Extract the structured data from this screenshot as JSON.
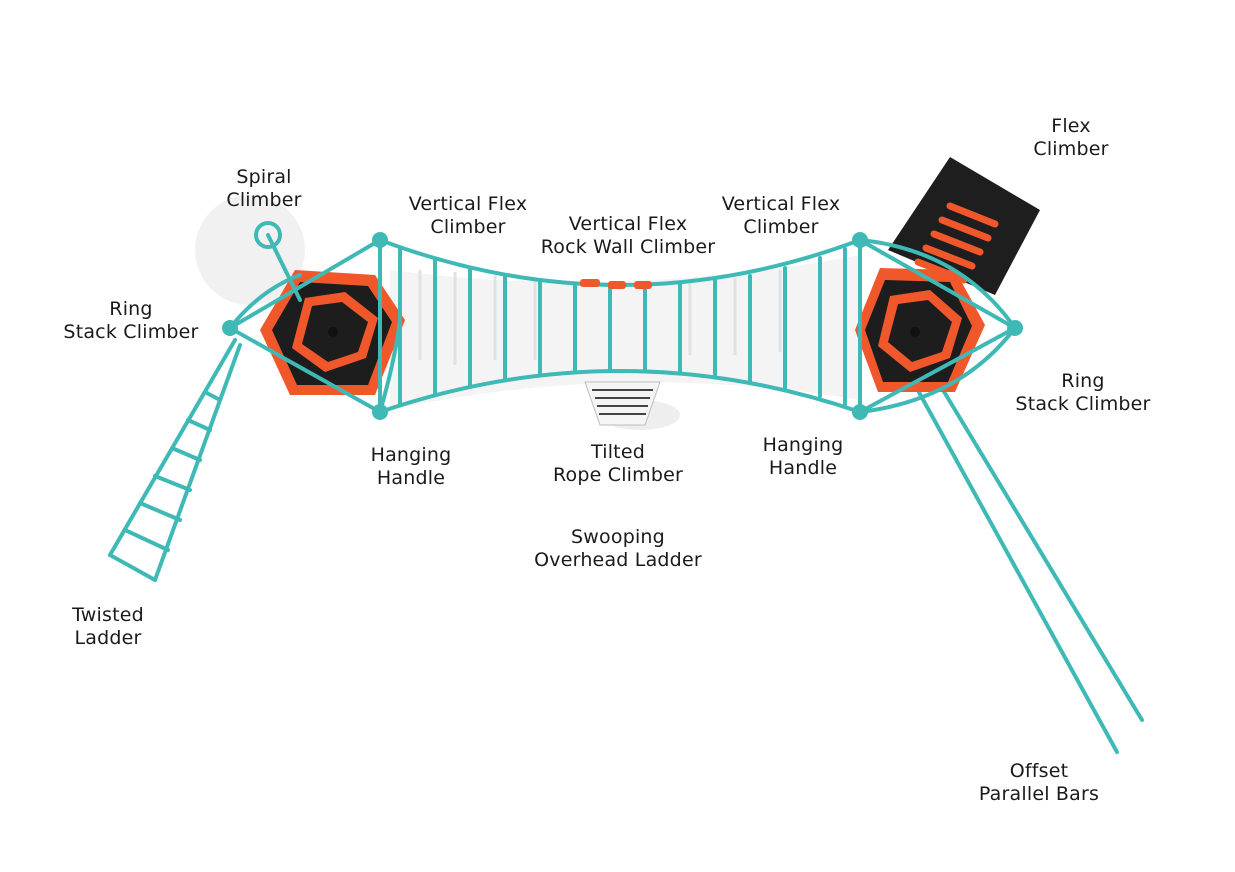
{
  "colors": {
    "frame": "#3fb9b5",
    "frame_dark": "#2a9d99",
    "accent": "#f0582b",
    "deck": "#1d1d1d",
    "shadow": "#e4e4e4",
    "text": "#1a1a1a"
  },
  "labels": {
    "flex_climber": {
      "line1": "Flex",
      "line2": "Climber"
    },
    "spiral_climber": {
      "line1": "Spiral",
      "line2": "Climber"
    },
    "vertical_flex_left": {
      "line1": "Vertical Flex",
      "line2": "Climber"
    },
    "rock_wall": {
      "line1": "Vertical Flex",
      "line2": "Rock Wall Climber"
    },
    "vertical_flex_right": {
      "line1": "Vertical Flex",
      "line2": "Climber"
    },
    "ring_stack_left": {
      "line1": "Ring",
      "line2": "Stack Climber"
    },
    "ring_stack_right": {
      "line1": "Ring",
      "line2": "Stack Climber"
    },
    "hanging_handle_left": {
      "line1": "Hanging",
      "line2": "Handle"
    },
    "tilted_rope": {
      "line1": "Tilted",
      "line2": "Rope Climber"
    },
    "hanging_handle_right": {
      "line1": "Hanging",
      "line2": "Handle"
    },
    "swooping_ladder": {
      "line1": "Swooping",
      "line2": "Overhead Ladder"
    },
    "twisted_ladder": {
      "line1": "Twisted",
      "line2": "Ladder"
    },
    "offset_bars": {
      "line1": "Offset",
      "line2": "Parallel Bars"
    }
  }
}
